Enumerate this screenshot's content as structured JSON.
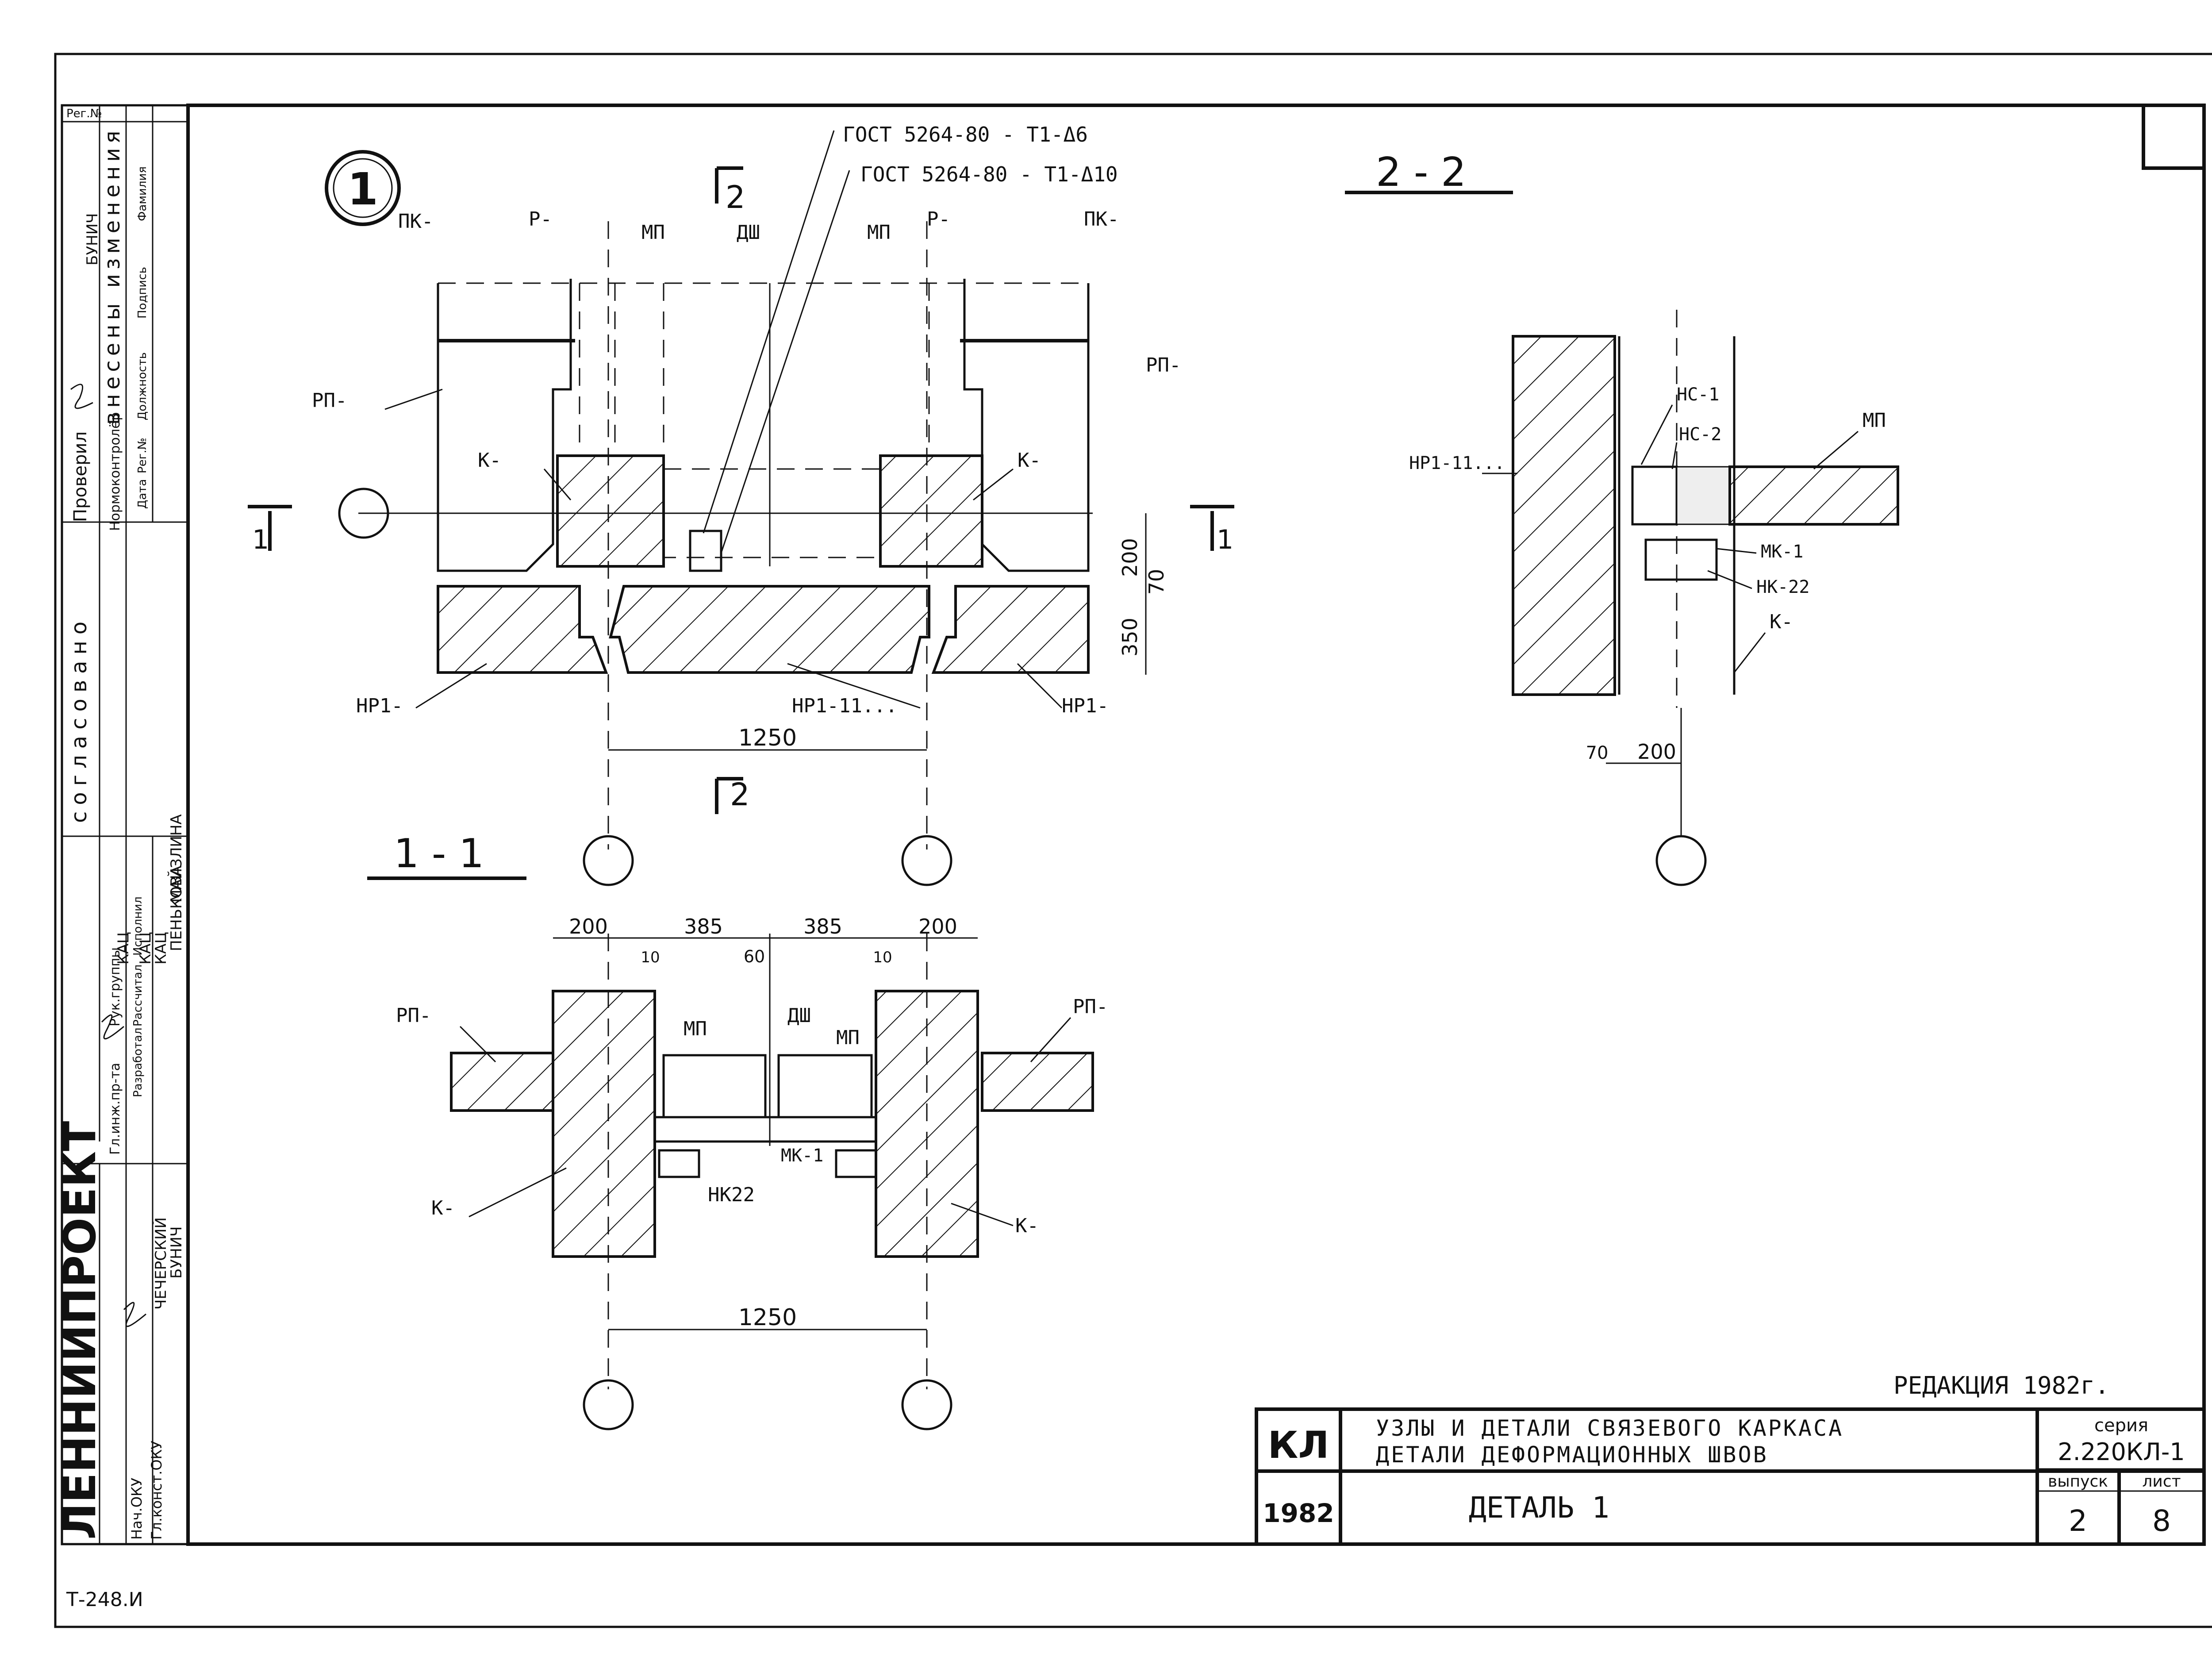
{
  "stamp": {
    "institute": "ЛЕННИИПРОЕКТ",
    "reg_label": "Рег.№",
    "agreed_label": "согласовано",
    "changes_title": "внесены изменения",
    "changes_cols": [
      "Дата",
      "Рег.№",
      "Должность",
      "Подпись",
      "Фамилия"
    ],
    "checked_labels": [
      "Проверил",
      "Нормоконтролёр"
    ],
    "signer_top": "БУНИЧ",
    "roles": [
      "Гл.инж.пр-та",
      "Рук.группы",
      "Разработал",
      "Рассчитал",
      "Исполнил",
      "Нач.ОКУ",
      "Гл.конст.ОКУ"
    ],
    "names": [
      "ПЕНЬКОВА",
      "КАЦ",
      "КАЦ",
      "КАЦ",
      "МАЙЗЛИНА",
      "ЧЕЧЕРСКИЙ",
      "БУНИЧ"
    ]
  },
  "footer_code": "Т-248.И",
  "detail_marker": "1",
  "plan": {
    "callouts": [
      "ГОСТ 5264-80 - Т1-Δ6",
      "ГОСТ 5264-80 - Т1-Δ10"
    ],
    "section_2_mark": "2",
    "section_1_mark": "1",
    "labels": {
      "pk": "ПК-",
      "r": "Р-",
      "mp": "МП",
      "dsh": "ДШ",
      "rp": "РП-",
      "k": "К-",
      "nr": "НР1-",
      "nr11": "НР1-11..."
    },
    "dims": {
      "d200": "200",
      "d70": "70",
      "d350": "350",
      "axis": "1250"
    }
  },
  "section_11": {
    "title": "1 - 1",
    "labels": {
      "rp": "РП-",
      "mp": "МП",
      "dsh": "ДШ",
      "k": "К-",
      "mk": "МК-1",
      "nk": "НК22"
    },
    "dims": {
      "a": "200",
      "b": "385",
      "c": "385",
      "d": "200",
      "e": "10",
      "f": "60",
      "g": "10",
      "axis": "1250"
    }
  },
  "section_22": {
    "title": "2 - 2",
    "labels": {
      "nr": "НР1-11...",
      "ns1": "НС-1",
      "ns2": "НС-2",
      "mp": "МП",
      "mk": "МК-1",
      "nk": "НК-22",
      "k": "К-"
    },
    "dims": {
      "d70": "70",
      "d200": "200"
    }
  },
  "title_block": {
    "edition": "РЕДАКЦИЯ 1982г.",
    "org": "КЛ",
    "year": "1982",
    "title_line1": "УЗЛЫ И ДЕТАЛИ СВЯЗЕВОГО КАРКАСА",
    "title_line2": "ДЕТАЛИ ДЕФОРМАЦИОННЫХ ШВОВ",
    "sheet_name": "ДЕТАЛЬ 1",
    "series_label": "серия",
    "series_value": "2.220КЛ-1",
    "issue_label": "выпуск",
    "issue_value": "2",
    "sheet_label": "лист",
    "sheet_value": "8"
  }
}
